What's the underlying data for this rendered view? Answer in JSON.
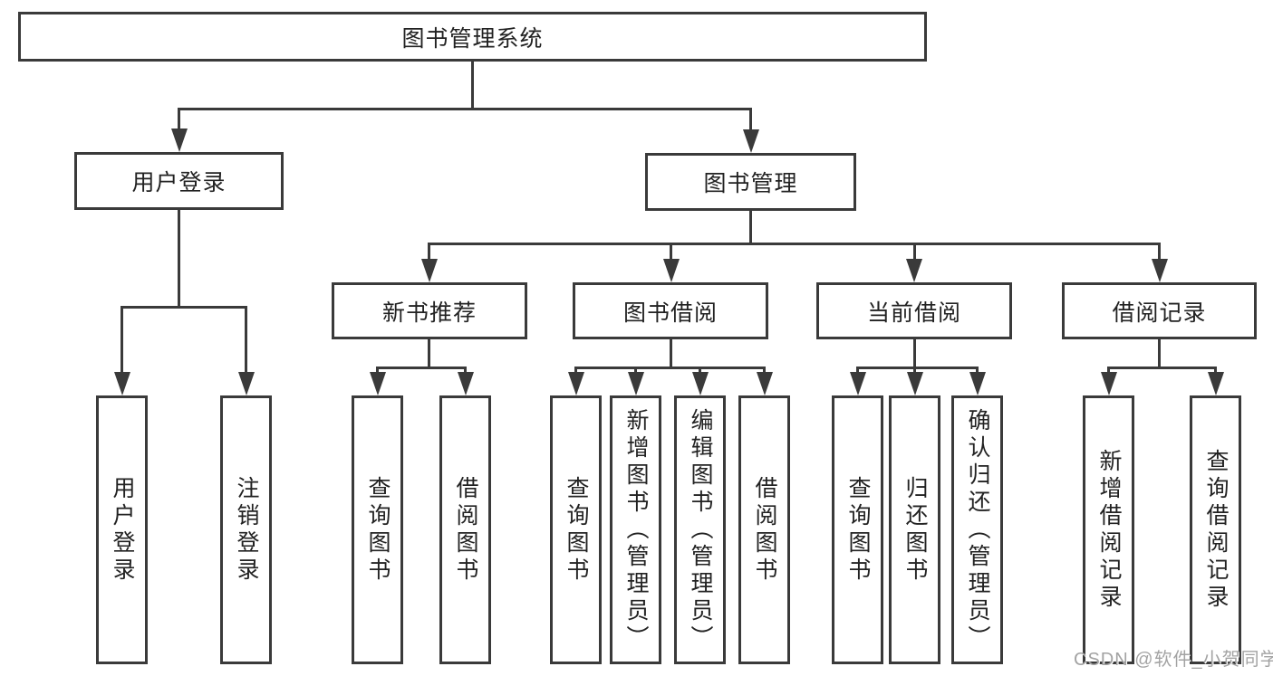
{
  "diagram": {
    "root": {
      "label": "图书管理系统"
    },
    "branches": [
      {
        "label": "用户登录",
        "children": [
          {
            "label": "用户登录"
          },
          {
            "label": "注销登录"
          }
        ]
      },
      {
        "label": "图书管理",
        "children": [
          {
            "label": "新书推荐",
            "children": [
              {
                "label": "查询图书"
              },
              {
                "label": "借阅图书"
              }
            ]
          },
          {
            "label": "图书借阅",
            "children": [
              {
                "label": "查询图书"
              },
              {
                "label": "新增图书（管理员）"
              },
              {
                "label": "编辑图书（管理员）"
              },
              {
                "label": "借阅图书"
              }
            ]
          },
          {
            "label": "当前借阅",
            "children": [
              {
                "label": "查询图书"
              },
              {
                "label": "归还图书"
              },
              {
                "label": "确认归还（管理员）"
              }
            ]
          },
          {
            "label": "借阅记录",
            "children": [
              {
                "label": "新增借阅记录"
              },
              {
                "label": "查询借阅记录"
              }
            ]
          }
        ]
      }
    ]
  },
  "watermark": {
    "text": "CSDN @软件_小贺同学"
  },
  "colors": {
    "line": "#3a3a3a",
    "box_border": "#3a3a3a",
    "text": "#222222",
    "background": "#ffffff",
    "watermark": "#a3a3a3"
  }
}
